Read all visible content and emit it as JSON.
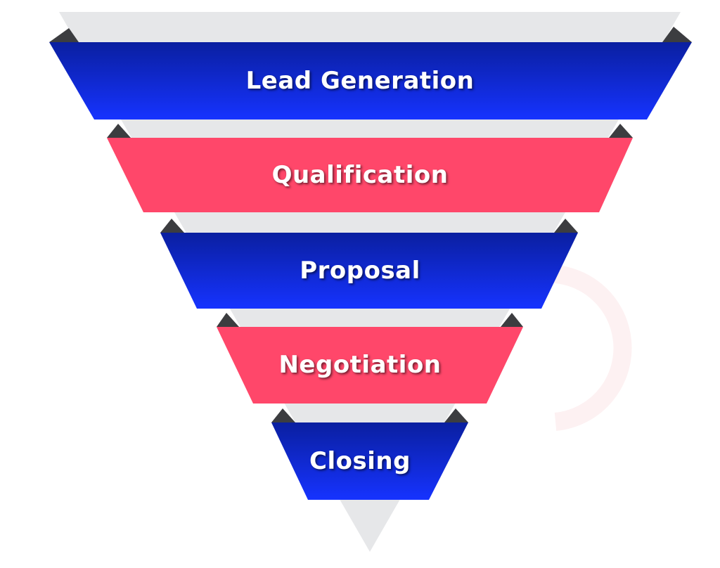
{
  "funnel": {
    "stages": [
      {
        "label": "Lead Generation",
        "color": "blue"
      },
      {
        "label": "Qualification",
        "color": "red"
      },
      {
        "label": "Proposal",
        "color": "blue"
      },
      {
        "label": "Negotiation",
        "color": "red"
      },
      {
        "label": "Closing",
        "color": "blue"
      }
    ]
  },
  "colors": {
    "blue_top": "#0a1fa0",
    "blue_bottom": "#1633ff",
    "red": "#ff476a",
    "backdrop": "#e6e7e9",
    "fold": "#3c3d40"
  }
}
